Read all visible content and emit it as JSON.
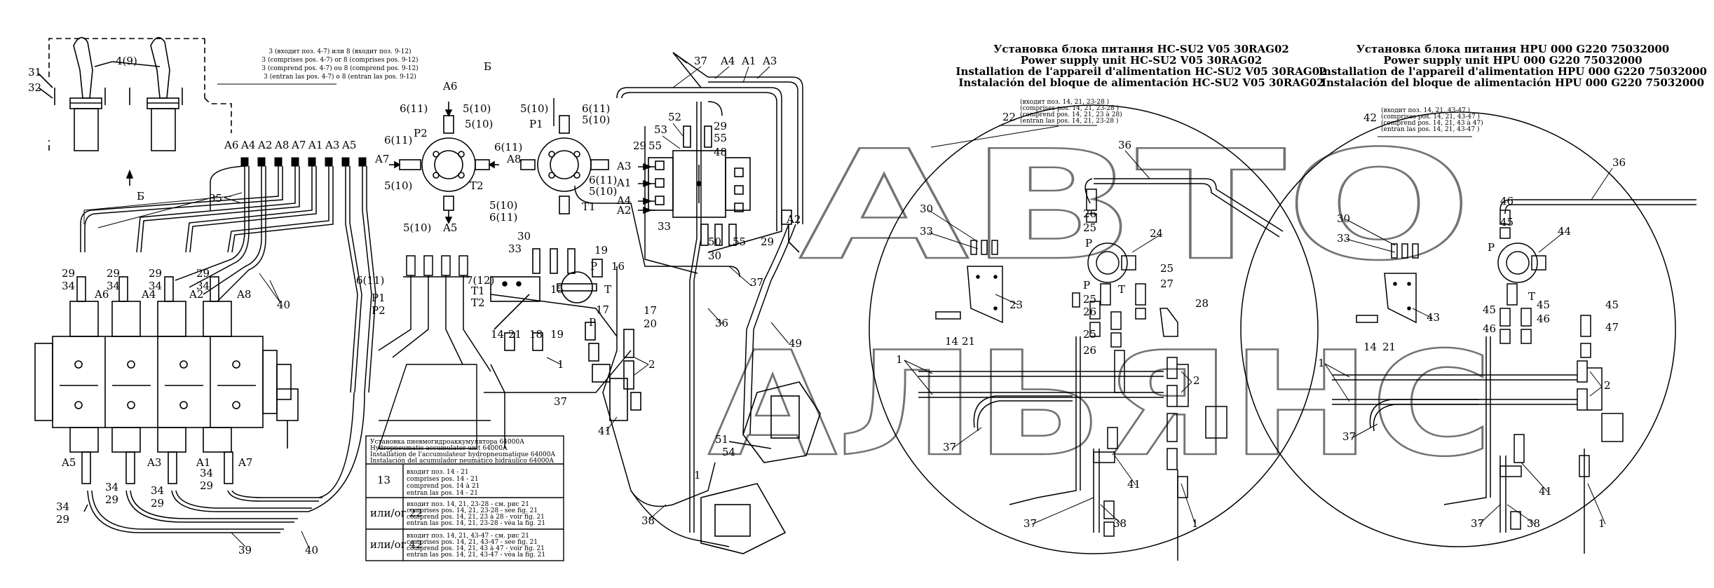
{
  "watermark": {
    "line1": "АВТО",
    "line2": "АЛЬЯНС"
  },
  "titles": {
    "hc": [
      "Установка блока питания HC-SU2 V05 30RAG02",
      "Power supply unit  HC-SU2 V05 30RAG02",
      "Installation de  l'appareil d'alimentation HC-SU2 V05 30RAG02",
      "Instalación del bloque de alimentación HC-SU2 V05 30RAG02"
    ],
    "hpu": [
      "Установка блока питания HPU 000 G220 75032000",
      "Power supply unit  HPU 000 G220 75032000",
      "Installation de  l'appareil d'alimentation HPU 000 G220 75032000",
      "Instalación del bloque de alimentación HPU 000 G220 75032000"
    ]
  },
  "note_top": [
    "3 (входит поз. 4-7) или  8 (входит поз. 9-12)",
    "3 (comprises pos. 4-7) or 8 (comprises pos. 9-12)",
    "3 (comprend pos. 4-7) ou 8 (comprend pos. 9-12)",
    "3 (entran las pos. 4-7) o 8 (entran las pos. 9-12)"
  ],
  "callout_22": {
    "num": "22",
    "lines": [
      "(входит поз. 14, 21, 23-28 )",
      "(comprises pos. 14, 21, 23-28 )",
      "(comprend pos. 14, 21, 23 à 28)",
      "(entran las pos. 14, 21, 23-28 )"
    ]
  },
  "callout_42": {
    "num": "42",
    "lines": [
      "(входит поз. 14, 21, 43-47 )",
      "(comprises pos. 14, 21, 43-47 )",
      "(comprend pos. 14, 21, 43 à 47)",
      "(entran las pos. 14, 21, 43-47 )"
    ]
  },
  "view_label": "Б",
  "view_arrow_label": "Б",
  "legend": {
    "header": [
      "Установка пневмогидроаккумулятора 64000А",
      "Hydropneumatic accumulator unit 64000A",
      "Installation de l'accumulateur hydropneumatique 64000A",
      "Instalación del acumulador neumático hidráulico 64000A"
    ],
    "rows": [
      {
        "num": "13",
        "lines": [
          "входит поз. 14 - 21",
          "comprises pos. 14 - 21",
          "comprend pos. 14 à 21",
          "entran las pos. 14 - 21"
        ]
      },
      {
        "num": "или/or 22",
        "lines": [
          "входит поз. 14, 21, 23-28 - см. рис 21",
          "comprises pos. 14, 21, 23-28 - see fig. 21",
          "comprend pos. 14, 21, 23 à 28 - voir fig. 21",
          "entran las pos. 14, 21, 23-28 - vèa la fig. 21"
        ]
      },
      {
        "num": "или/or 42",
        "lines": [
          "входит поз. 14, 21, 43-47 - см. рис 21",
          "comprises pos. 14, 21, 43-47 - see fig. 21",
          "comprend pos. 14, 21, 43 à 47 - voir fig. 21",
          "entran las pos. 14, 21, 43-47 - vèa la fig. 21"
        ]
      }
    ]
  },
  "port_row": [
    "A6",
    "A4",
    "A2",
    "A8",
    "A7",
    "A1",
    "A3",
    "A5"
  ],
  "valve_top_ports": [
    "A6",
    "A4",
    "A2",
    "A8"
  ],
  "valve_bottom_ports": [
    "A5",
    "A3",
    "A1",
    "A7"
  ],
  "labels_left": {
    "l31": "31",
    "l32": "32",
    "l49": "4(9)",
    "l35": "35",
    "l40": "40",
    "l39": "39",
    "l40b": "40",
    "l29a": "29",
    "l34a": "34",
    "l29b": "29",
    "l34b": "34",
    "l29c": "29",
    "l34c": "34",
    "l29d": "29",
    "l34d": "34",
    "l34e": "34",
    "l29e": "29",
    "l34f": "34",
    "l29f": "29",
    "l34g": "34",
    "l29g": "29",
    "l34h": "34",
    "l29h": "29"
  },
  "labels_mid": {
    "a6": "A6",
    "p2": "P2",
    "a7": "A7",
    "a5": "A5",
    "t2": "T2",
    "p1": "P1",
    "a8": "A8",
    "t1": "T1",
    "l611a": "6(11)",
    "l510a": "5(10)",
    "l611b": "6(11)",
    "l510b": "5(10)",
    "l510c": "5(10)",
    "l510d": "5(10)",
    "l611c": "6(11)",
    "l510e": "5(10)",
    "l611d": "6(11)",
    "l611e": "6(11)",
    "l510f": "5(10)",
    "l611f": "6(11)",
    "l510g": "5(10)",
    "l510h": "5(10)",
    "l611g": "6(11)",
    "l712": "7(12)",
    "lp1": "P1",
    "lp2": "P2",
    "lt1": "T1",
    "lt2": "T2",
    "l510i": "5(10)",
    "l611h": "6(11)"
  },
  "labels_center": {
    "l37": "37",
    "a4t": "A4",
    "a1t": "A1",
    "a3t": "A3",
    "l52": "52",
    "l53": "53",
    "l29": "29",
    "l55": "55",
    "l48": "48",
    "a3": "A3",
    "a1": "A1",
    "a4": "A4",
    "a2": "A2",
    "a2r": "A2",
    "l33": "33",
    "l50": "50",
    "l55b": "55",
    "l29b": "29",
    "l30": "30",
    "l55c": "55",
    "l29c": "29",
    "l30b": "30",
    "l33b": "33",
    "l19": "19",
    "lp": "P",
    "l16": "16",
    "l15": "15",
    "lt": "T",
    "l14": "14",
    "l21": "21",
    "l18": "18",
    "l19b": "19",
    "l17": "17",
    "l17b": "17",
    "lpb": "P",
    "l20": "20",
    "l1": "1",
    "l2": "2",
    "l37b": "37",
    "l36": "36",
    "l37c": "37",
    "l49": "49",
    "l41": "41",
    "l51": "51",
    "l54": "54",
    "l1b": "1",
    "l38": "38"
  },
  "labels_hc": {
    "l36": "36",
    "l30": "30",
    "l33": "33",
    "l26": "26",
    "l25": "25",
    "lp": "P",
    "l24": "24",
    "lt": "T",
    "l23": "23",
    "l25b": "25",
    "l27": "27",
    "l25c": "25",
    "l26b": "26",
    "l25d": "25",
    "l26c": "26",
    "l28": "28",
    "l14": "14",
    "l21": "21",
    "l1": "1",
    "l2": "2",
    "l37": "37",
    "l41": "41",
    "l37b": "37",
    "l38": "38",
    "l1b": "1",
    "lp2": "P"
  },
  "labels_hpu": {
    "l36": "36",
    "l46": "46",
    "l45": "45",
    "lp": "P",
    "l44": "44",
    "l30": "30",
    "l33": "33",
    "lt": "T",
    "l45b": "45",
    "l46b": "46",
    "l45c": "45",
    "l46c": "46",
    "l45d": "45",
    "l47": "47",
    "l43": "43",
    "l14": "14",
    "l21": "21",
    "l1": "1",
    "l2": "2",
    "l37": "37",
    "l41": "41",
    "l37b": "37",
    "l38": "38",
    "l1b": "1"
  }
}
